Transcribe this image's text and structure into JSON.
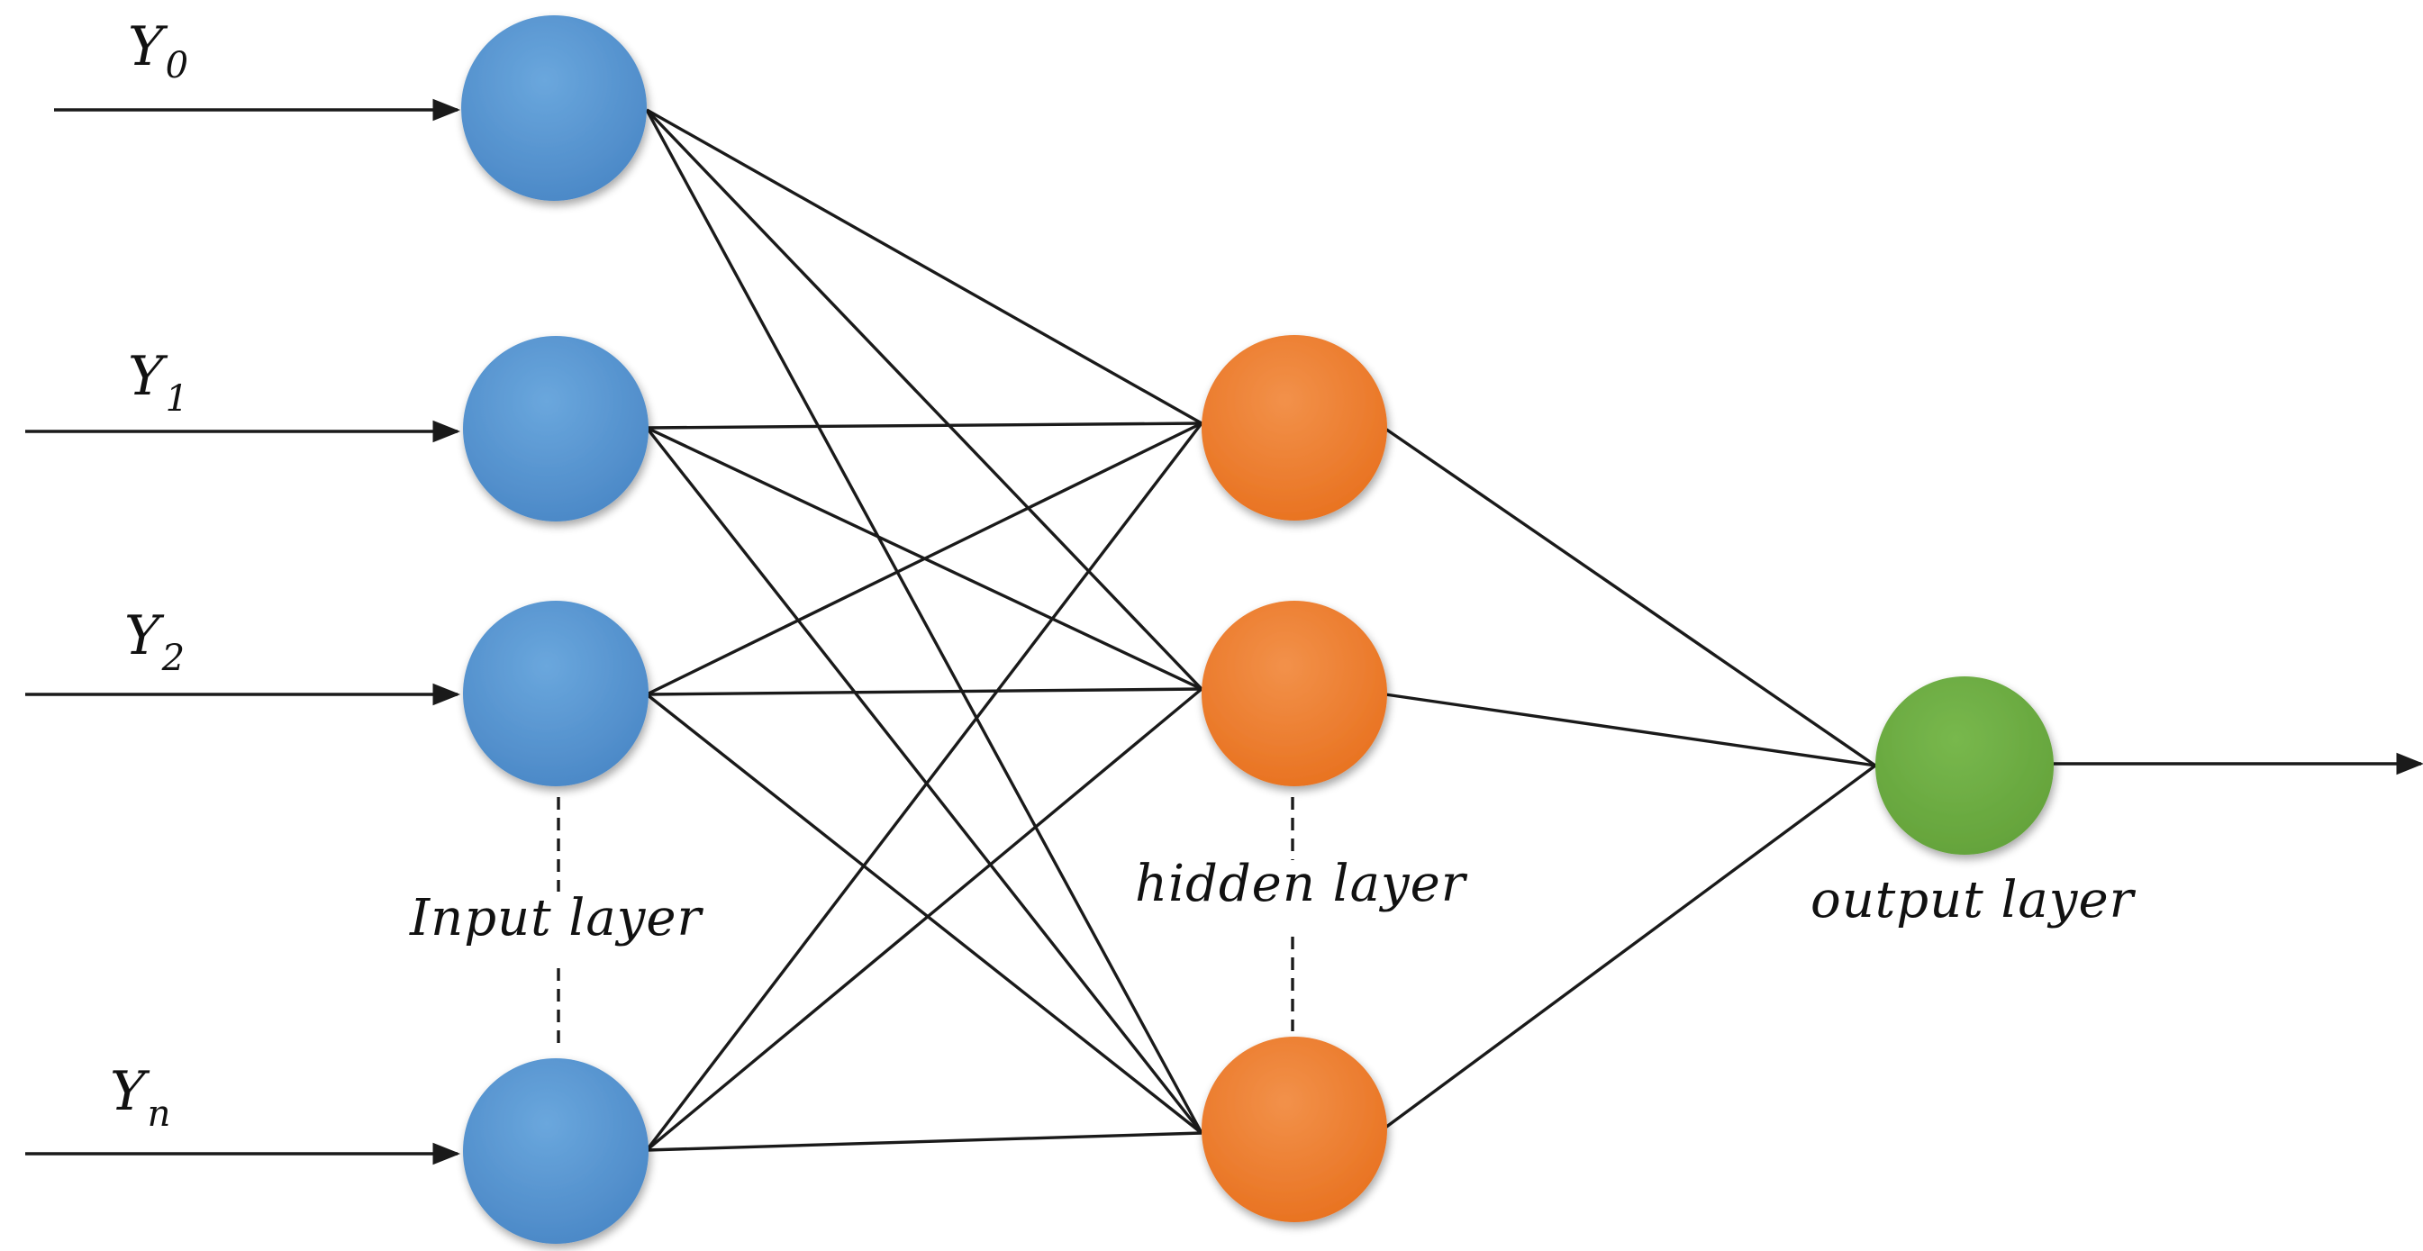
{
  "input_labels": [
    {
      "base": "Y",
      "sub": "0"
    },
    {
      "base": "Y",
      "sub": "1"
    },
    {
      "base": "Y",
      "sub": "2"
    },
    {
      "base": "Y",
      "sub": "n"
    }
  ],
  "layer_labels": {
    "input": "Input layer",
    "hidden": "hidden layer",
    "output": "output layer"
  },
  "colors": {
    "input_node": "#5b9bd5",
    "hidden_node": "#ed7d31",
    "output_node": "#70ad47"
  }
}
